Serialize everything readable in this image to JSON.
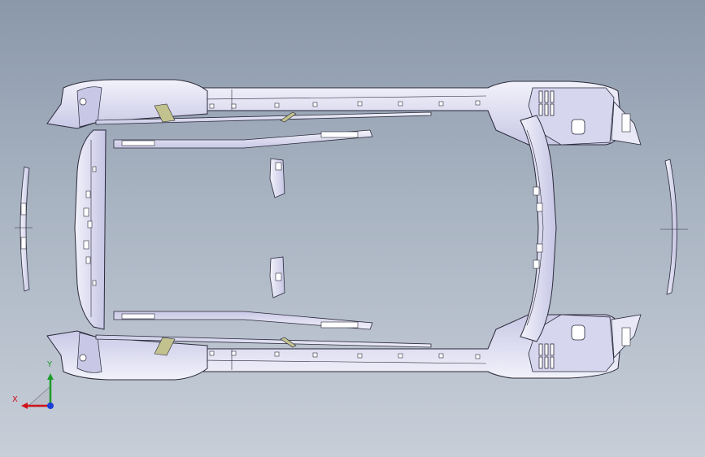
{
  "viewport": {
    "background_top": "#8b98aa",
    "background_bottom": "#c7ced8",
    "model_name": "vehicle-body-underframe-assembly",
    "view_orientation": "top"
  },
  "colors": {
    "part_fill": "#e3e4f2",
    "part_shade": "#c9c8e6",
    "part_edge": "#2a2a3a",
    "bracket_fill": "#c2c28f",
    "x_axis": "#d0121b",
    "y_axis": "#1c9a2a",
    "z_axis": "#1b3fd8"
  },
  "triad": {
    "x_label": "X",
    "y_label": "Y"
  }
}
